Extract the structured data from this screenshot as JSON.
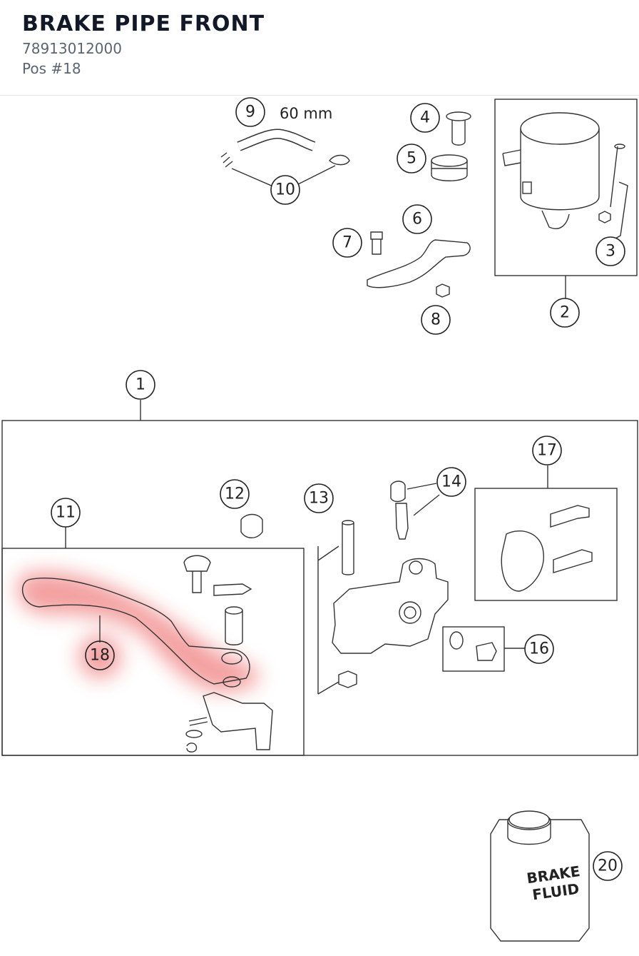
{
  "header": {
    "title": "BRAKE PIPE FRONT",
    "part_number": "78913012000",
    "position": "Pos #18"
  },
  "diagram": {
    "highlighted_position": "18",
    "highlight_color": "#f08080",
    "dimension_label": "60 mm",
    "can_label_line1": "BRAKE",
    "can_label_line2": "FLUID",
    "callouts": [
      "1",
      "2",
      "3",
      "4",
      "5",
      "6",
      "7",
      "8",
      "9",
      "10",
      "11",
      "12",
      "13",
      "14",
      "16",
      "17",
      "18",
      "20"
    ]
  }
}
